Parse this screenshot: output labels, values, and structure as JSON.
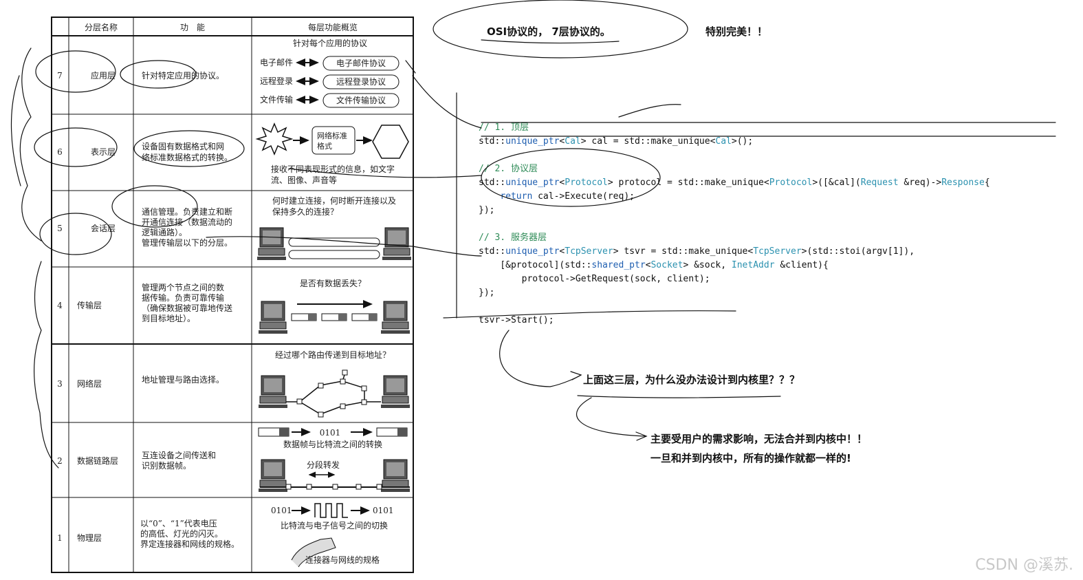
{
  "table": {
    "headers": [
      "分层名称",
      "功　能",
      "每层功能概览"
    ],
    "rows": [
      {
        "num": "7",
        "name": "应用层",
        "func": [
          "针对特定应用的协议。"
        ]
      },
      {
        "num": "6",
        "name": "表示层",
        "func": [
          "设备固有数据格式和网",
          "络标准数据格式的转换。"
        ]
      },
      {
        "num": "5",
        "name": "会话层",
        "func": [
          "通信管理。负责建立和断",
          "开通信连接（数据流动的",
          "逻辑通路）。",
          "管理传输层以下的分层。"
        ]
      },
      {
        "num": "4",
        "name": "传输层",
        "func": [
          "管理两个节点之间的数",
          "据传输。负责可靠传输",
          "（确保数据被可靠地传送",
          "到目标地址）。"
        ]
      },
      {
        "num": "3",
        "name": "网络层",
        "func": [
          "地址管理与路由选择。"
        ]
      },
      {
        "num": "2",
        "name": "数据链路层",
        "func": [
          "互连设备之间传送和",
          "识别数据帧。"
        ]
      },
      {
        "num": "1",
        "name": "物理层",
        "func": [
          "以“0”、“1”代表电压",
          "的高低、灯光的闪灭。",
          "界定连接器和网线的规格。"
        ]
      }
    ],
    "overview": {
      "app_title": "针对每个应用的协议",
      "app_items": [
        {
          "left": "电子邮件",
          "right": "电子邮件协议"
        },
        {
          "left": "远程登录",
          "right": "远程登录协议"
        },
        {
          "left": "文件传输",
          "right": "文件传输协议"
        }
      ],
      "pres_box": "网络标准格式",
      "pres_box_lines": [
        "网络标准",
        "格式"
      ],
      "pres_caption": [
        "接收不同表现形式的信息，如文字",
        "流、图像、声音等"
      ],
      "session_caption": [
        "何时建立连接，何时断开连接以及",
        "保持多久的连接？"
      ],
      "transport_caption": "是否有数据丢失？",
      "network_caption": "经过哪个路由传递到目标地址？",
      "link_bits": "0101",
      "link_caption": "数据帧与比特流之间的转换",
      "link_forward": "分段转发",
      "phys_left": "0101",
      "phys_right": "0101",
      "phys_caption": "比特流与电子信号之间的切换",
      "phys_connector": "连接器与网线的规格"
    }
  },
  "code": {
    "c1": "// 1. 顶层",
    "c2": "// 2. 协议层",
    "c3": "// 3. 服务器层"
  },
  "notes": {
    "osi": "OSI协议的， 7层协议的。",
    "perfect": "特别完美！！",
    "question": "上面这三层，为什么没办法设计到内核里？？？",
    "answer1": "主要受用户的需求影响，无法合并到内核中！！",
    "answer2": "一旦和并到内核中，所有的操作就都一样的!"
  },
  "watermark": "CSDN @溪苏."
}
